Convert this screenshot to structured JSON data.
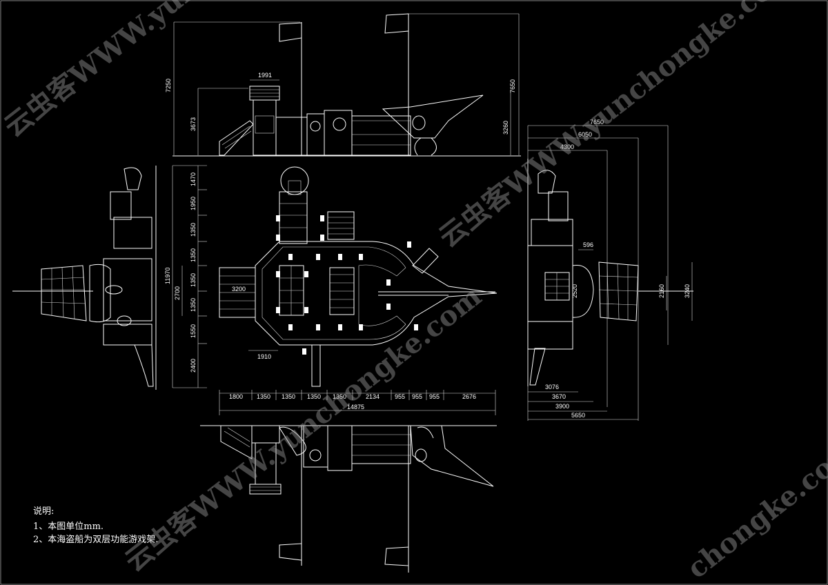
{
  "watermark": {
    "text_a": "云虫客WWW.yunchongke.com",
    "text_b": "云虫客WWW.yunchongke.com",
    "text_c": "云虫客WWW.yunchongke.com",
    "text_d": "chongke.com"
  },
  "elevation_top": {
    "dims": [
      "1991",
      "7250",
      "3673",
      "7650",
      "3260"
    ]
  },
  "plan": {
    "left_dims": [
      "1470",
      "1950",
      "1350",
      "1350",
      "1350",
      "1350",
      "1550",
      "2400",
      "11970",
      "2700"
    ],
    "bottom_dims": [
      "1800",
      "1350",
      "1350",
      "1350",
      "1350",
      "2134",
      "955",
      "955",
      "955",
      "2676"
    ],
    "total_width": "14875",
    "inner_dims": [
      "1910",
      "3200"
    ]
  },
  "side_right": {
    "top_dims": [
      "7650",
      "6050",
      "4300"
    ],
    "mid_dims": [
      "596",
      "2160",
      "3240",
      "2520"
    ],
    "bottom_dims": [
      "3076",
      "3670",
      "3900",
      "5650"
    ]
  },
  "notes": {
    "heading": "说明:",
    "line1": "1、本图单位mm.",
    "line2": "2、本海盗船为双层功能游戏架."
  }
}
